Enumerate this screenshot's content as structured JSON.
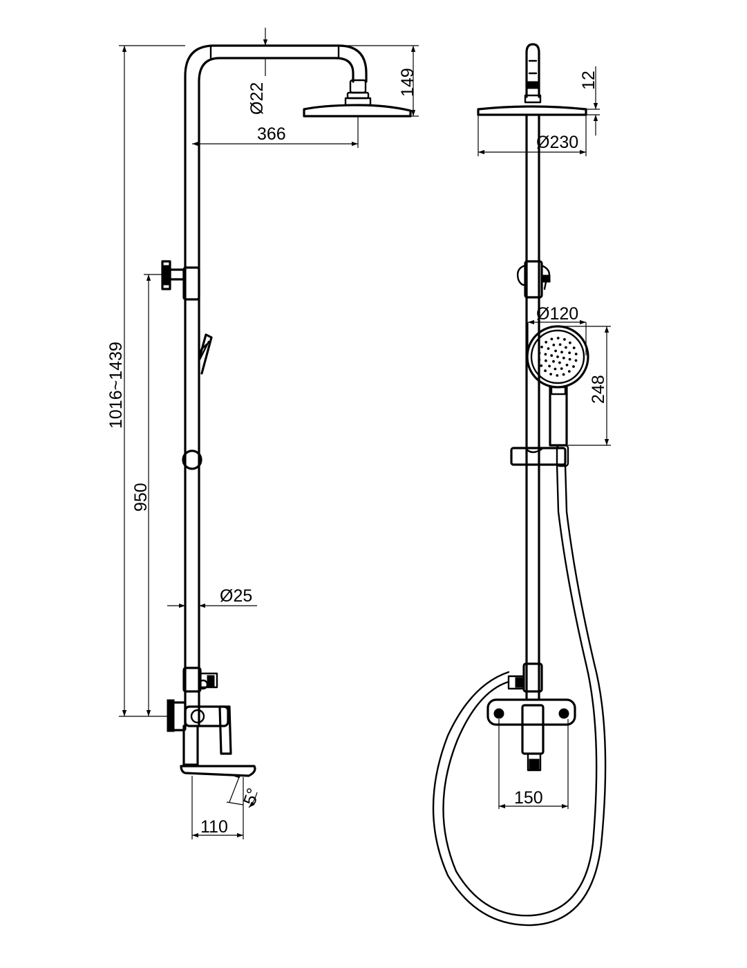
{
  "diagram": {
    "side_view": {
      "dims": {
        "pipe_dia": "Ø22",
        "head_height": "149",
        "arm_reach": "366",
        "total_height": "1016~1439",
        "mixer_to_head": "950",
        "riser_dia": "Ø25",
        "angle": "5°",
        "spout_length": "110"
      }
    },
    "front_view": {
      "dims": {
        "head_thickness": "12",
        "head_dia": "Ø230",
        "hand_dia": "Ø120",
        "hand_length": "248",
        "mixer_centers": "150"
      }
    }
  }
}
